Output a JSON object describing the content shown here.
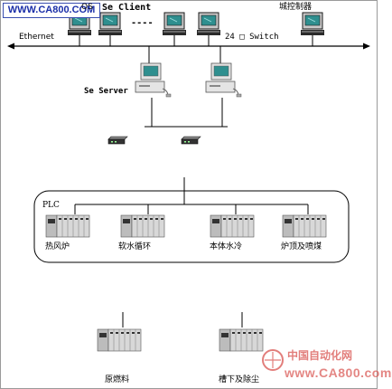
{
  "watermark_top": "WWW.CA800.COM",
  "labels": {
    "client_os": "OS",
    "se_client": "Se Client",
    "dashes": "----",
    "city_control": "城控制器",
    "ethernet": "Ethernet",
    "switch": "24 □ Switch",
    "se_server": "Se Server",
    "plc": "PLC"
  },
  "plc_units": [
    "热风炉",
    "软水循环",
    "本体水冷",
    "炉顶及喷煤"
  ],
  "remote_units": [
    "原燃料",
    "槽下及除尘"
  ],
  "watermark_bottom": {
    "cn": "中国自动化网",
    "en": "www.CA800.com"
  },
  "colors": {
    "screen": "#2f8f8f",
    "monitor_body": "#c8c8c8",
    "dark": "#1a1a1a",
    "plc_body": "#d8d8d8",
    "watermark_red": "#d9534f",
    "watermark_blue": "#1b2fa8"
  }
}
